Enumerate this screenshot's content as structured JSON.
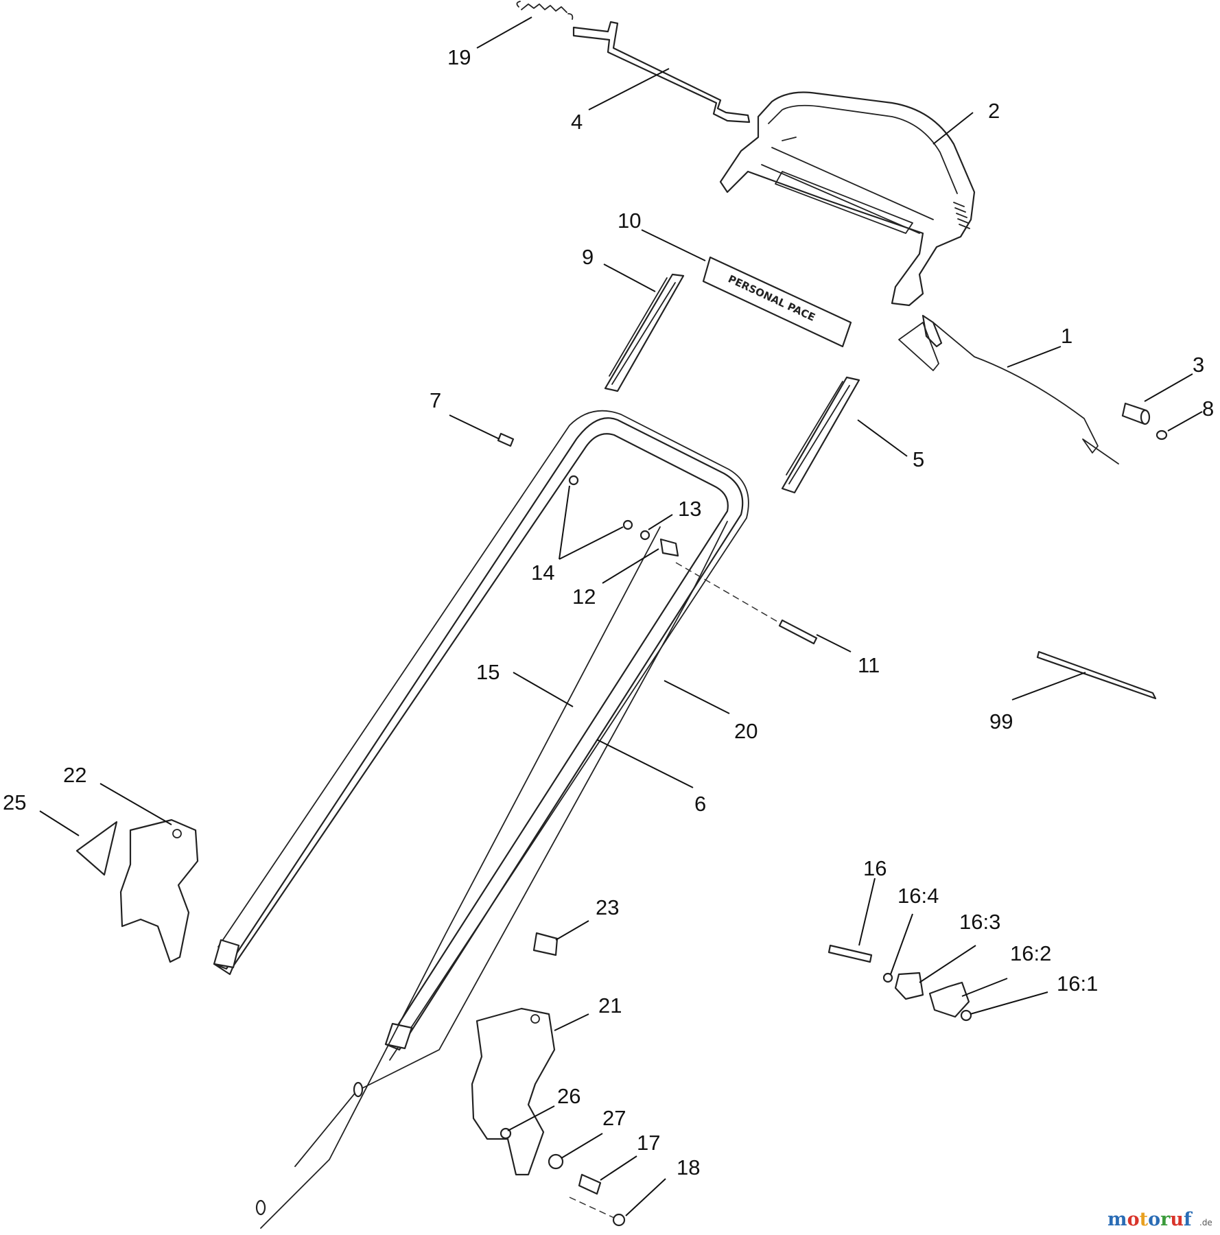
{
  "diagram": {
    "callouts": {
      "c1": "1",
      "c2": "2",
      "c3": "3",
      "c4": "4",
      "c5": "5",
      "c6": "6",
      "c7": "7",
      "c8": "8",
      "c9": "9",
      "c10": "10",
      "c11": "11",
      "c12": "12",
      "c13": "13",
      "c14": "14",
      "c15": "15",
      "c16": "16",
      "c16_4": "16:4",
      "c16_3": "16:3",
      "c16_2": "16:2",
      "c16_1": "16:1",
      "c17": "17",
      "c18": "18",
      "c19": "19",
      "c20": "20",
      "c21": "21",
      "c22": "22",
      "c23": "23",
      "c25": "25",
      "c26": "26",
      "c27": "27",
      "c99": "99"
    },
    "decal_text": "PERSONAL PACE"
  },
  "watermark": {
    "letters": [
      "m",
      "o",
      "t",
      "o",
      "r",
      "u",
      "f"
    ],
    "letter_colors": [
      "#2a6cb5",
      "#d9342b",
      "#e8a020",
      "#2a6cb5",
      "#3a9a3a",
      "#d9342b",
      "#2a6cb5"
    ],
    "suffix": ".de"
  }
}
